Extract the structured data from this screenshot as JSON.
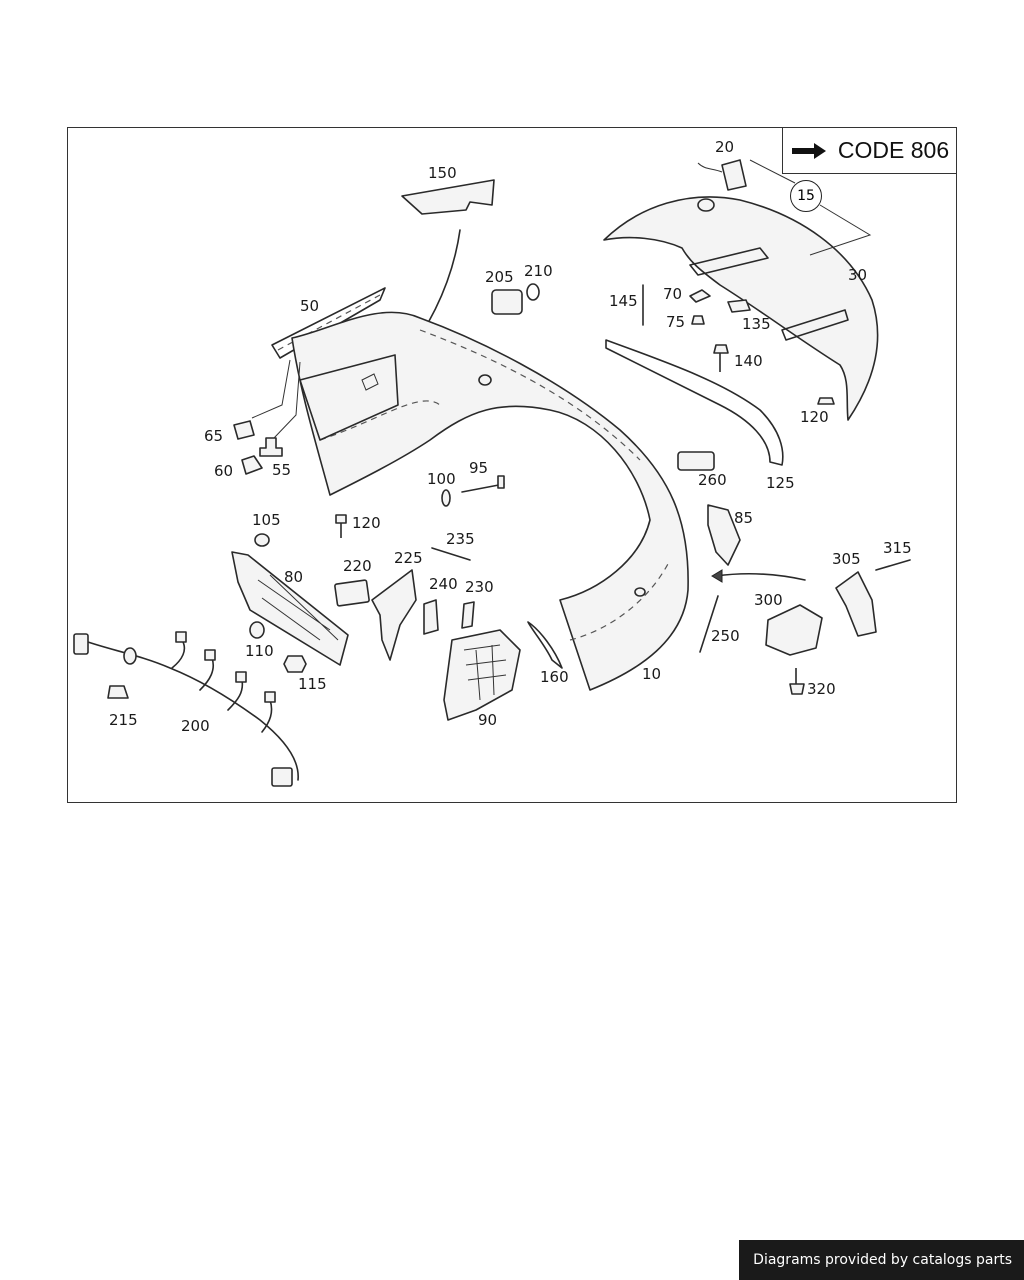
{
  "code_box": {
    "label": "CODE 806",
    "arrow_icon": "arrow-right-icon"
  },
  "group_callout": "15",
  "callouts": [
    {
      "id": "20",
      "label": "20"
    },
    {
      "id": "30",
      "label": "30"
    },
    {
      "id": "150",
      "label": "150"
    },
    {
      "id": "205",
      "label": "205"
    },
    {
      "id": "210",
      "label": "210"
    },
    {
      "id": "145",
      "label": "145"
    },
    {
      "id": "70",
      "label": "70"
    },
    {
      "id": "75",
      "label": "75"
    },
    {
      "id": "135",
      "label": "135"
    },
    {
      "id": "140",
      "label": "140"
    },
    {
      "id": "120a",
      "label": "120"
    },
    {
      "id": "50",
      "label": "50"
    },
    {
      "id": "65",
      "label": "65"
    },
    {
      "id": "60",
      "label": "60"
    },
    {
      "id": "55",
      "label": "55"
    },
    {
      "id": "125",
      "label": "125"
    },
    {
      "id": "260",
      "label": "260"
    },
    {
      "id": "100",
      "label": "100"
    },
    {
      "id": "95",
      "label": "95"
    },
    {
      "id": "105",
      "label": "105"
    },
    {
      "id": "120b",
      "label": "120"
    },
    {
      "id": "85",
      "label": "85"
    },
    {
      "id": "235",
      "label": "235"
    },
    {
      "id": "225",
      "label": "225"
    },
    {
      "id": "220",
      "label": "220"
    },
    {
      "id": "80",
      "label": "80"
    },
    {
      "id": "240",
      "label": "240"
    },
    {
      "id": "230",
      "label": "230"
    },
    {
      "id": "305",
      "label": "305"
    },
    {
      "id": "315",
      "label": "315"
    },
    {
      "id": "300",
      "label": "300"
    },
    {
      "id": "110",
      "label": "110"
    },
    {
      "id": "250",
      "label": "250"
    },
    {
      "id": "115",
      "label": "115"
    },
    {
      "id": "160",
      "label": "160"
    },
    {
      "id": "10",
      "label": "10"
    },
    {
      "id": "320",
      "label": "320"
    },
    {
      "id": "215",
      "label": "215"
    },
    {
      "id": "200",
      "label": "200"
    },
    {
      "id": "90",
      "label": "90"
    }
  ],
  "footer": {
    "text": "Diagrams provided by catalogs parts"
  }
}
